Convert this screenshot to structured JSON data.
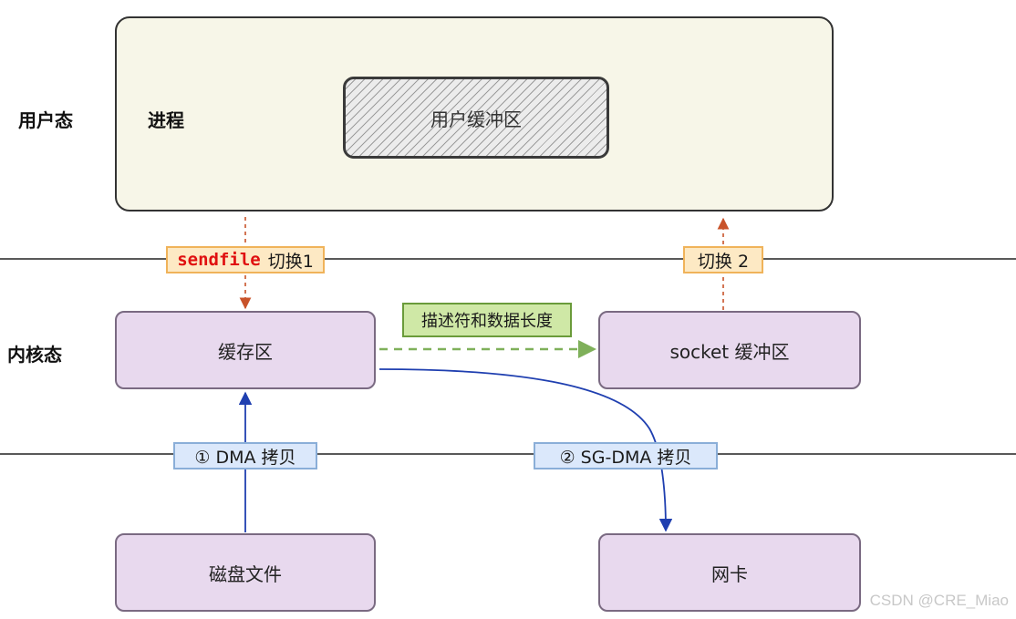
{
  "regions": {
    "user_mode": "用户态",
    "kernel_mode": "内核态"
  },
  "process": {
    "label": "进程",
    "user_buffer": "用户缓冲区"
  },
  "kernel": {
    "cache": "缓存区",
    "socket_buffer": "socket 缓冲区"
  },
  "hardware": {
    "disk_file": "磁盘文件",
    "nic": "网卡"
  },
  "tags": {
    "switch1_keyword": "sendfile",
    "switch1_rest": "切换1",
    "switch2": "切换 2",
    "descriptor": "描述符和数据长度",
    "dma_copy": "① DMA 拷贝",
    "sgdma_copy": "② SG-DMA 拷贝"
  },
  "watermark": "CSDN @CRE_Miao",
  "colors": {
    "switch_arrow": "#c8532a",
    "dma_arrow": "#1f3fb0",
    "descriptor_arrow": "#7fb05a",
    "kernel_box_fill": "#e8d9ee",
    "process_fill": "#f7f6e8"
  }
}
